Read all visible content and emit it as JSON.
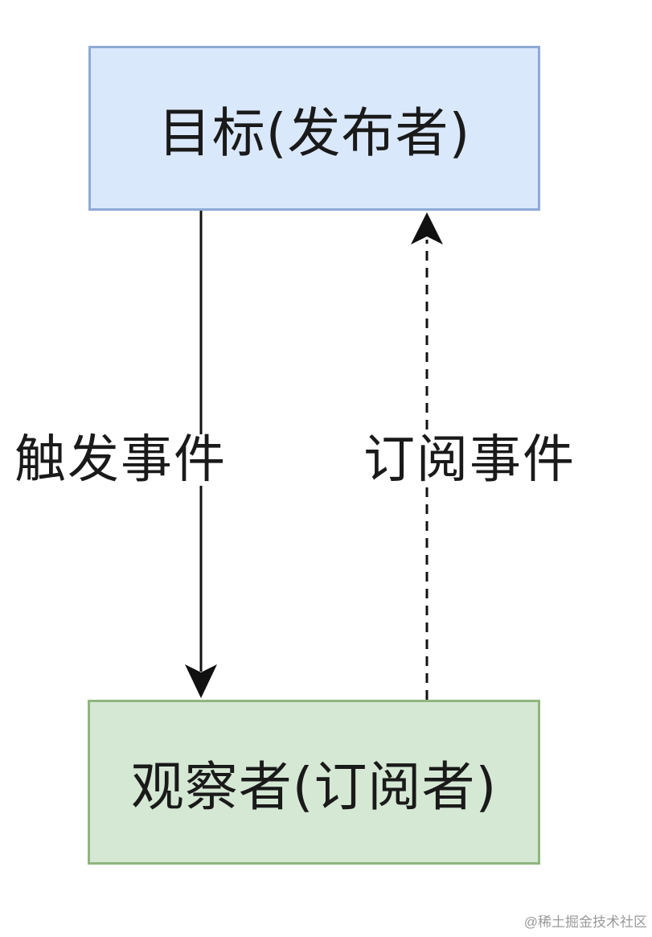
{
  "nodes": {
    "publisher": {
      "label": "目标(发布者)",
      "fill": "#dae8fc",
      "stroke": "#8eaad6"
    },
    "subscriber": {
      "label": "观察者(订阅者)",
      "fill": "#d5e8d4",
      "stroke": "#8fb57f"
    }
  },
  "edges": {
    "trigger": {
      "label": "触发事件",
      "from": "publisher",
      "to": "subscriber",
      "style": "solid"
    },
    "subscribe": {
      "label": "订阅事件",
      "from": "subscriber",
      "to": "publisher",
      "style": "dashed"
    }
  },
  "watermark": "@稀土掘金技术社区"
}
